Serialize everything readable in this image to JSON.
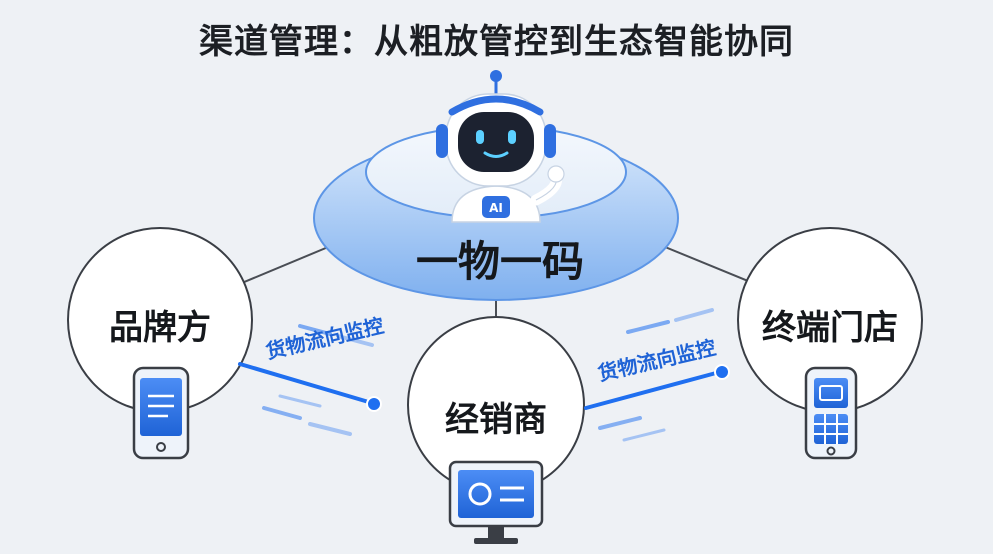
{
  "title": "渠道管理：从粗放管控到生态智能协同",
  "hub": {
    "label": "一物一码",
    "robot_badge": "AI"
  },
  "nodes": {
    "brand": {
      "label": "品牌方",
      "icon": "smartphone-icon"
    },
    "distributor": {
      "label": "经销商",
      "icon": "monitor-icon"
    },
    "store": {
      "label": "终端门店",
      "icon": "pos-terminal-icon"
    }
  },
  "flows": {
    "left": {
      "label": "货物流向监控"
    },
    "right": {
      "label": "货物流向监控"
    }
  },
  "colors": {
    "accent": "#1f6ff0",
    "ring": "#9cc4f5",
    "text": "#15181c",
    "background": "#eef1f5"
  }
}
